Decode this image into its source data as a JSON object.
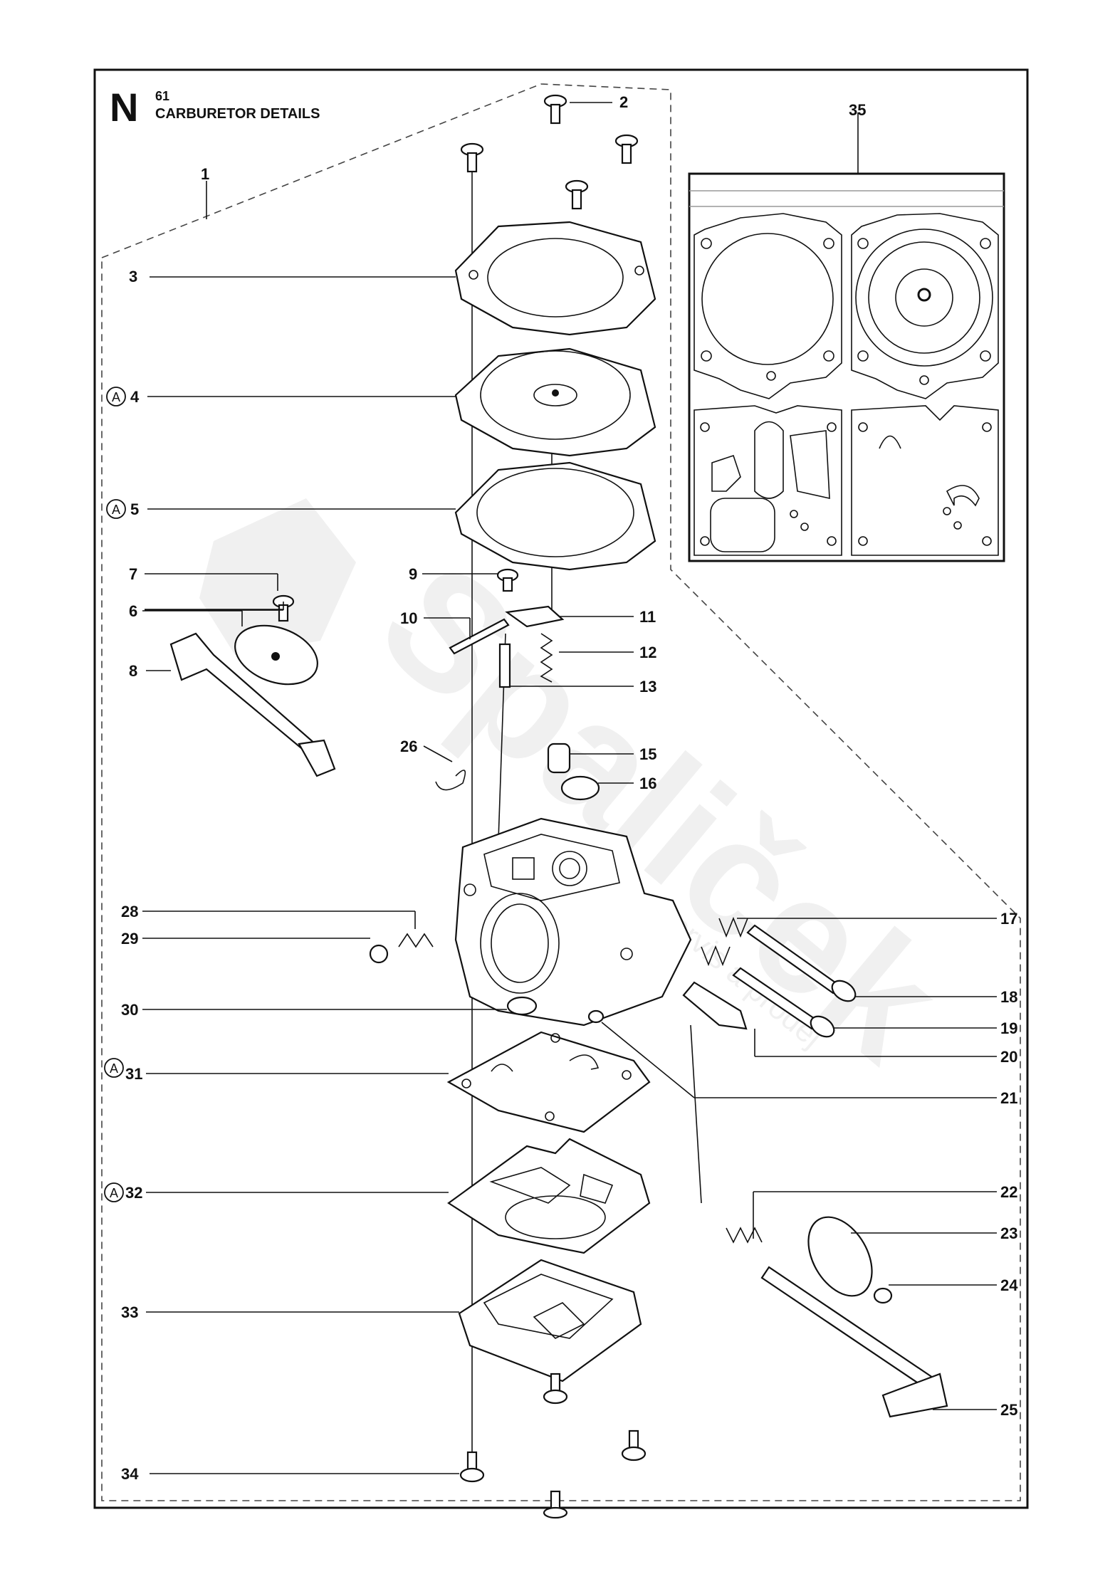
{
  "section": {
    "letter": "N",
    "number": "61",
    "title": "CARBURETOR DETAILS"
  },
  "kit_marker": "A",
  "parts": [
    "1",
    "2",
    "3",
    "4",
    "5",
    "6",
    "7",
    "8",
    "9",
    "10",
    "11",
    "12",
    "13",
    "15",
    "16",
    "17",
    "18",
    "19",
    "20",
    "21",
    "22",
    "23",
    "24",
    "25",
    "26",
    "28",
    "29",
    "30",
    "31",
    "32",
    "33",
    "34",
    "35"
  ],
  "watermark": {
    "brand": "Spaliček",
    "sub": "servis a prodej"
  }
}
